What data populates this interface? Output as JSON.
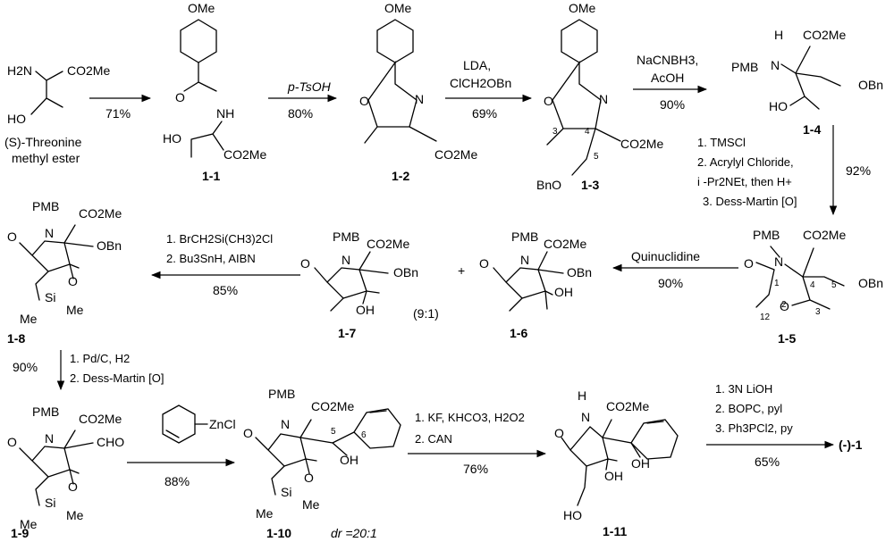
{
  "compounds": {
    "sm_label_1": "(S)-Threonine",
    "sm_label_2": "methyl ester",
    "c1_1": "1-1",
    "c1_2": "1-2",
    "c1_3": "1-3",
    "c1_4": "1-4",
    "c1_5": "1-5",
    "c1_6": "1-6",
    "c1_7": "1-7",
    "c1_8": "1-8",
    "c1_9": "1-9",
    "c1_10": "1-10",
    "c1_11": "1-11",
    "final": "(-)-1"
  },
  "atoms": {
    "ome": "OMe",
    "co2me": "CO2Me",
    "h2n": "H2N",
    "ho": "HO",
    "nh": "NH",
    "n": "N",
    "o": "O",
    "h": "H",
    "pmb": "PMB",
    "obn": "OBn",
    "bno": "BnO",
    "oh": "OH",
    "si": "Si",
    "me": "Me",
    "cho": "CHO",
    "zncl": "ZnCl"
  },
  "reagents": {
    "r1_yield": "71%",
    "r2_reagent": "p-TsOH",
    "r2_yield": "80%",
    "r3_reagent1": "LDA,",
    "r3_reagent2": "ClCH2OBn",
    "r3_yield": "69%",
    "r4_reagent1": "NaCNBH3,",
    "r4_reagent2": "AcOH",
    "r4_yield": "90%",
    "r5_step1": "1. TMSCl",
    "r5_step2": "2. Acrylyl Chloride,",
    "r5_step3": "i -Pr2NEt, then H+",
    "r5_step4": "3. Dess-Martin [O]",
    "r5_yield": "92%",
    "r6_reagent": "Quinuclidine",
    "r6_yield": "90%",
    "ratio": "(9:1)",
    "plus": "+",
    "r7_step1": "1. BrCH2Si(CH3)2Cl",
    "r7_step2": "2. Bu3SnH, AIBN",
    "r7_yield": "85%",
    "r8_step1": "1. Pd/C, H2",
    "r8_step2": "2. Dess-Martin [O]",
    "r8_yield": "90%",
    "r9_yield": "88%",
    "dr": "dr =20:1",
    "r10_step1": "1. KF, KHCO3, H2O2",
    "r10_step2": "2. CAN",
    "r10_yield": "76%",
    "r11_step1": "1. 3N LiOH",
    "r11_step2": "2. BOPC, pyl",
    "r11_step3": "3. Ph3PCl2, py",
    "r11_yield": "65%"
  },
  "numbering": {
    "n1": "1",
    "n2": "2",
    "n3": "3",
    "n4": "4",
    "n5": "5",
    "n6": "6",
    "n12": "12"
  }
}
